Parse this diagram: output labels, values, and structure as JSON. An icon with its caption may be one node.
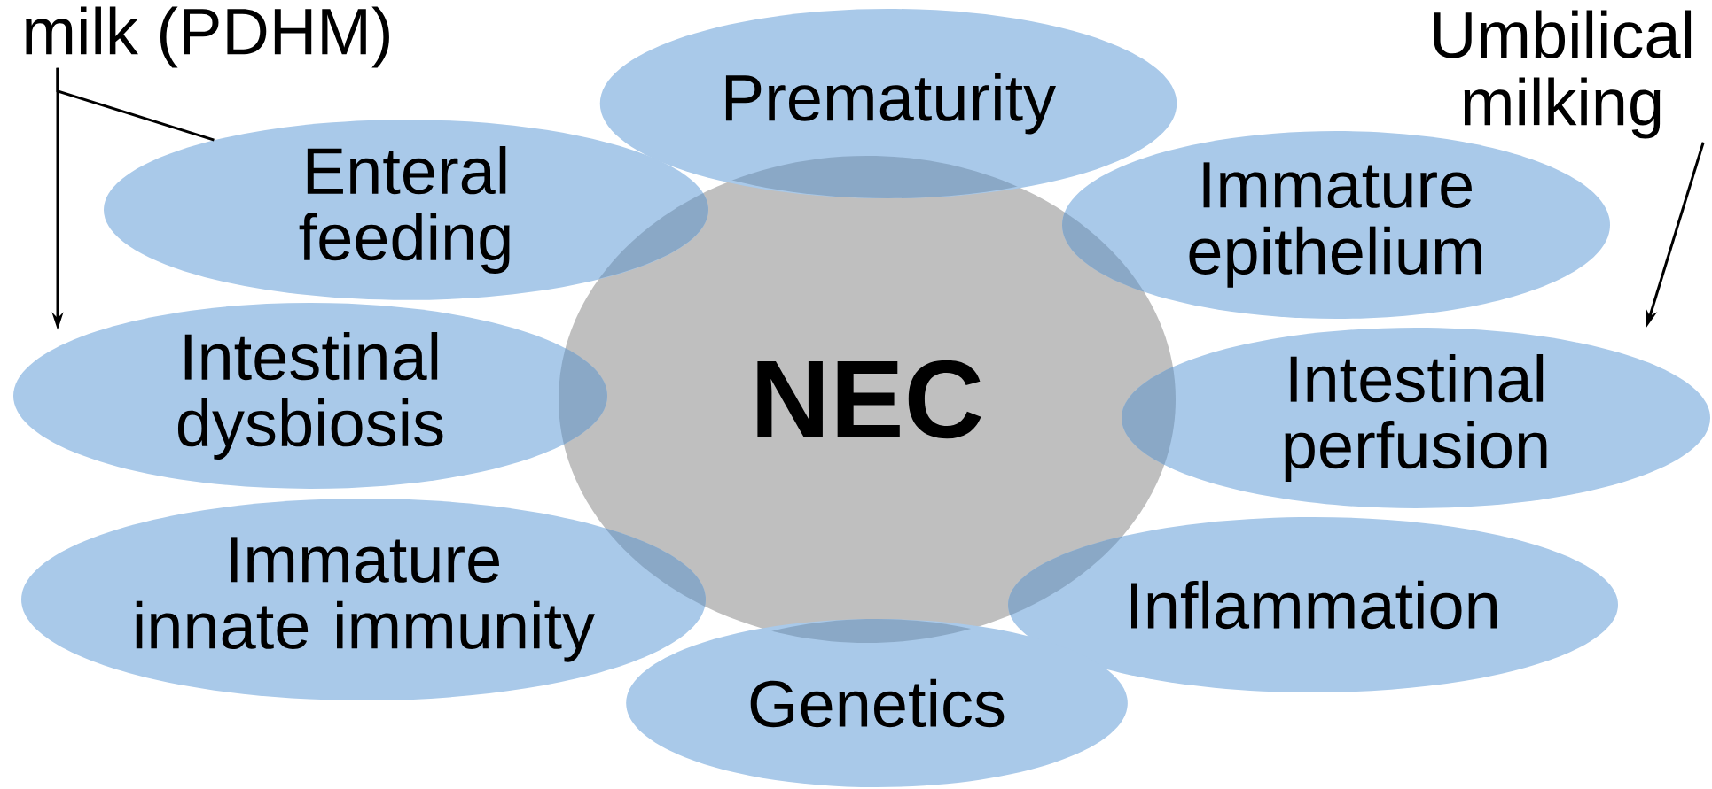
{
  "diagram": {
    "nodes": [
      {
        "text": [
          "milk (PDHM)"
        ]
      },
      {
        "text": [
          "Prematurity"
        ]
      },
      {
        "text": [
          "Umbilical milking"
        ]
      },
      {
        "text": [
          "Enteral feeding"
        ]
      },
      {
        "text": [
          "Immature epithelium"
        ]
      },
      {
        "text": [
          "NEC"
        ]
      },
      {
        "text": [
          "Intestinal dysbiosis"
        ]
      },
      {
        "text": [
          "Intestinal perfusion"
        ]
      },
      {
        "text": [
          "Immature innate immunity"
        ]
      },
      {
        "text": [
          "Inflammation"
        ]
      },
      {
        "text": [
          "Genetics"
        ]
      }
    ],
    "edges": [
      {
        "from": 0,
        "to": 3,
        "arrow": "none"
      },
      {
        "from": 0,
        "to": 6,
        "arrow": "to"
      },
      {
        "from": 2,
        "to": 7,
        "arrow": "to"
      }
    ]
  }
}
